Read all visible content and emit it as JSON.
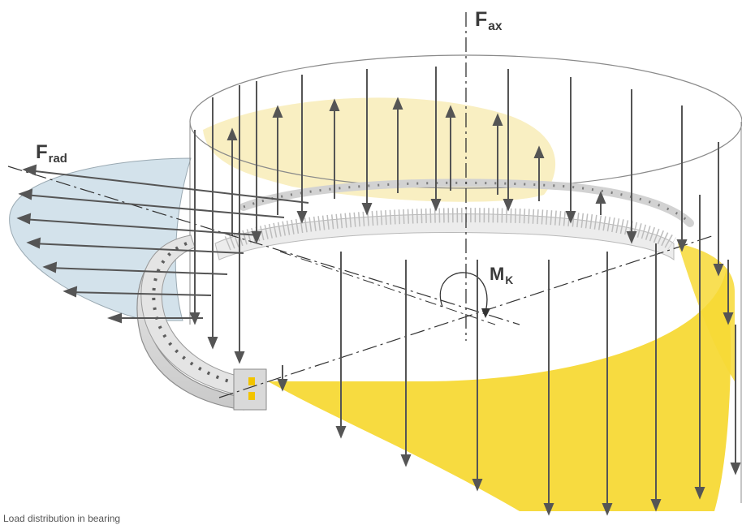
{
  "labels": {
    "fax": {
      "main": "F",
      "sub": "ax"
    },
    "frad": {
      "main": "F",
      "sub": "rad"
    },
    "mk": {
      "main": "M",
      "sub": "K"
    }
  },
  "caption": "Load distribution in bearing",
  "colors": {
    "axial_fill": "#f7d936",
    "radial_fill": "#c8dbe6",
    "ring": "#d6d6d6",
    "arrow": "#5a5a5a",
    "marker": "#f2c400"
  }
}
